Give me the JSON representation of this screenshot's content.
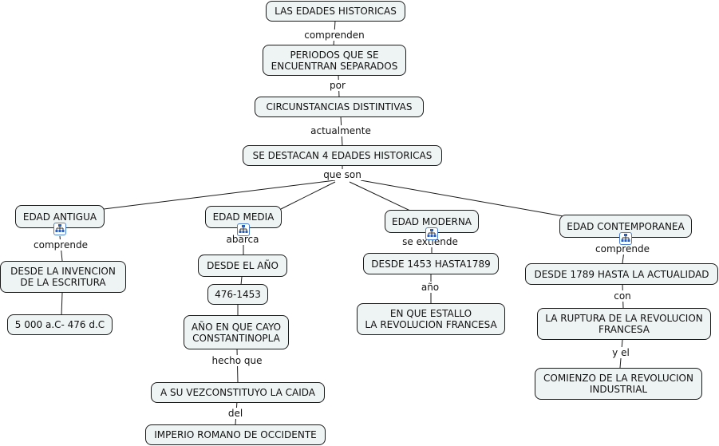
{
  "map": {
    "nodes": {
      "root": "LAS EDADES HISTORICAS",
      "periodos": "PERIODOS QUE SE\nENCUENTRAN SEPARADOS",
      "circunstancias": "CIRCUNSTANCIAS DISTINTIVAS",
      "destacan": "SE DESTACAN 4 EDADES HISTORICAS",
      "antigua": "EDAD ANTIGUA",
      "media": "EDAD MEDIA",
      "moderna": "EDAD MODERNA",
      "contemporanea": "EDAD CONTEMPORANEA",
      "antigua_desde": "DESDE LA INVENCION\nDE LA ESCRITURA",
      "antigua_fechas": "5 000 a.C- 476 d.C",
      "media_desde": "DESDE EL AÑO",
      "media_fechas": "476-1453",
      "media_cayo": "AÑO EN QUE CAYO\nCONSTANTINOPLA",
      "media_caida": "A SU VEZCONSTITUYO LA CAIDA",
      "media_imperio": "IMPERIO ROMANO DE OCCIDENTE",
      "moderna_desde": "DESDE 1453 HASTA1789",
      "moderna_revolucion": "EN QUE ESTALLO\nLA REVOLUCION FRANCESA",
      "contemp_desde": "DESDE 1789 HASTA LA ACTUALIDAD",
      "contemp_ruptura": "LA RUPTURA DE LA REVOLUCION\nFRANCESA",
      "contemp_industrial": "COMIENZO DE LA REVOLUCION\nINDUSTRIAL"
    },
    "links": {
      "comprenden": "comprenden",
      "por": "por",
      "actualmente": "actualmente",
      "que_son": "que son",
      "antigua_comprende": "comprende",
      "media_abarca": "abarca",
      "media_hecho_que": "hecho que",
      "media_del": "del",
      "moderna_se_extiende": "se extiende",
      "moderna_ano": "año",
      "contemp_comprende": "comprende",
      "contemp_con": "con",
      "contemp_y_el": "y el"
    },
    "icons": {
      "submap": "submap-icon"
    },
    "colors": {
      "node_fill": "#eef3f4",
      "node_border": "#1a1a1a",
      "submap_border": "#4a7ed0"
    }
  }
}
